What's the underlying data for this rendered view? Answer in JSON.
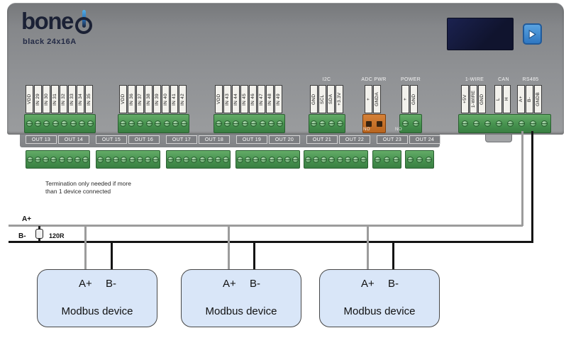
{
  "device": {
    "logo_text": "bone",
    "model": "black 24x16A",
    "io_groups": [
      {
        "header": "",
        "labels": [
          "VDD",
          "IN 29",
          "IN 30",
          "IN 31",
          "IN 32",
          "IN 33",
          "IN 34",
          "IN 35"
        ]
      },
      {
        "header": "",
        "labels": [
          "VDD",
          "IN 36",
          "IN 37",
          "IN 38",
          "IN 39",
          "IN 40",
          "IN 41",
          "IN 42"
        ]
      },
      {
        "header": "",
        "labels": [
          "VDD",
          "IN 43",
          "IN 44",
          "IN 45",
          "IN 46",
          "IN 47",
          "IN 48",
          "IN 49"
        ]
      },
      {
        "header": "I2C",
        "labels": [
          "GND",
          "SCL",
          "SDA",
          "+3.3V"
        ]
      },
      {
        "header": "ADC PWR",
        "labels": [
          "+",
          "GNDA"
        ]
      },
      {
        "header": "POWER",
        "labels": [
          "+",
          "GND"
        ]
      },
      {
        "header": "1-WIRE",
        "labels": [
          "+5V",
          "1-WIRE",
          "GND"
        ]
      },
      {
        "header": "CAN",
        "labels": [
          "L",
          "H"
        ]
      },
      {
        "header": "RS485",
        "labels": [
          "A+",
          "B-",
          "GNDB"
        ]
      }
    ],
    "out_labels": [
      "OUT 13",
      "OUT 14",
      "OUT 15",
      "OUT 16",
      "OUT 17",
      "OUT 18",
      "OUT 19",
      "OUT 20",
      "OUT 21",
      "OUT 22",
      "OUT 23",
      "OUT 24"
    ],
    "relay_marks": [
      "NO",
      "NO"
    ]
  },
  "wiring": {
    "note": "Termination only needed if more than 1 device connected",
    "bus_a_label": "A+",
    "bus_b_label": "B-",
    "terminator_label": "120R",
    "modbus_devices": [
      {
        "pin_a": "A+",
        "pin_b": "B-",
        "name": "Modbus device"
      },
      {
        "pin_a": "A+",
        "pin_b": "B-",
        "name": "Modbus device"
      },
      {
        "pin_a": "A+",
        "pin_b": "B-",
        "name": "Modbus device"
      }
    ]
  },
  "colors": {
    "device_gray": "#909295",
    "terminal_green": "#44904d",
    "adc_orange": "#c9742e",
    "wire_a_gray": "#9c9c9c",
    "wire_b_black": "#141414",
    "modbus_box_blue": "#d9e6f8",
    "oled_navy": "#141a38",
    "button_blue": "#2e77c2",
    "logo_navy": "#1b2135"
  }
}
